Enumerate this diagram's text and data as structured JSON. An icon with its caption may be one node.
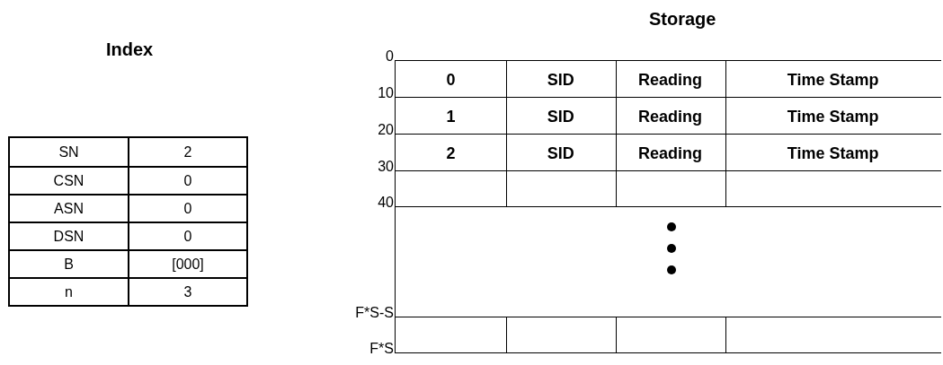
{
  "diagram": {
    "labels": [
      "Index",
      "SN",
      "2",
      "CSN",
      "0",
      "ASN",
      "0",
      "DSN",
      "0",
      "B",
      "[000]",
      "n",
      "3",
      "Storage",
      "0",
      "0",
      "SID",
      "Reading",
      "Time Stamp",
      "10",
      "1",
      "SID",
      "Reading",
      "Time Stamp",
      "20",
      "2",
      "SID",
      "Reading",
      "Time Stamp",
      "30",
      "40",
      "F*S-S",
      "F*S"
    ]
  }
}
